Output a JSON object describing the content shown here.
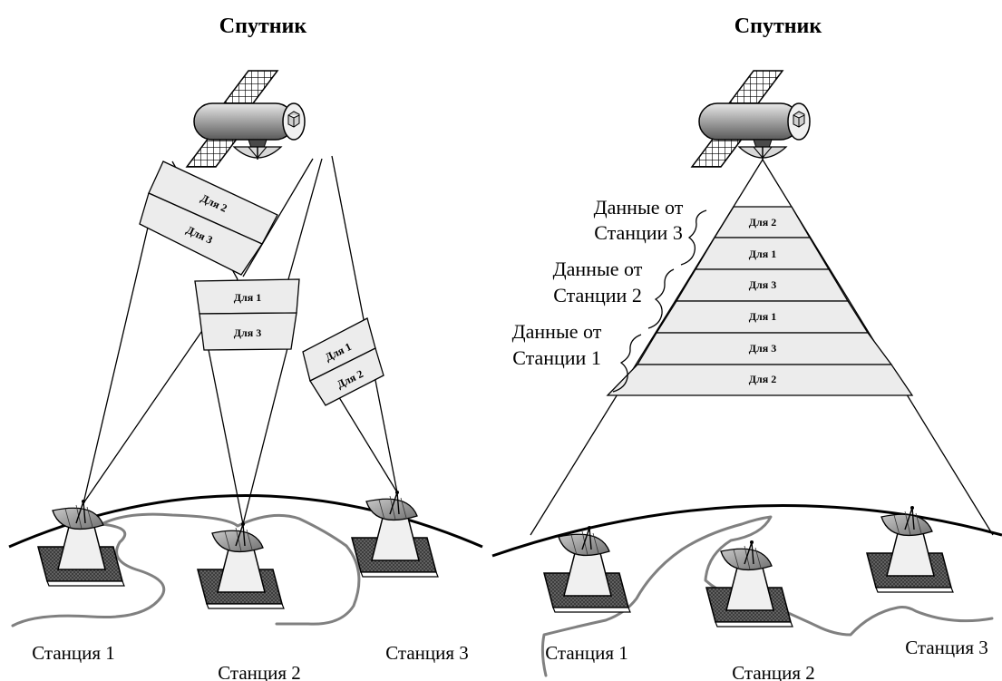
{
  "left": {
    "title": "Спутник",
    "packets": {
      "a": [
        "Для 2",
        "Для 3"
      ],
      "b": [
        "Для 1",
        "Для 3"
      ],
      "c": [
        "Для 1",
        "Для 2"
      ]
    },
    "stations": [
      "Станция 1",
      "Станция 2",
      "Станция 3"
    ]
  },
  "right": {
    "title": "Спутник",
    "slots": [
      "Для 2",
      "Для 1",
      "Для 3",
      "Для 1",
      "Для 3",
      "Для 2"
    ],
    "braces": [
      {
        "line1": "Данные от",
        "line2": "Станции 3"
      },
      {
        "line1": "Данные от",
        "line2": "Станции 2"
      },
      {
        "line1": "Данные от",
        "line2": "Станции 1"
      }
    ],
    "stations": [
      "Станция 1",
      "Станция 2",
      "Станция 3"
    ]
  },
  "colors": {
    "packet_fill": "#ececec",
    "coastline": "#808080",
    "antenna": "#9a9a9a",
    "hatch": "#555555"
  }
}
